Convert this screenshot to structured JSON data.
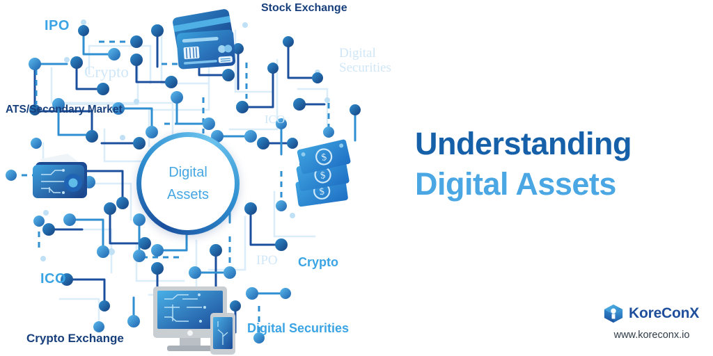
{
  "headline": {
    "line1": "Understanding",
    "line2": "Digital Assets",
    "color1": "#1660a9",
    "color2": "#4aa7e3"
  },
  "hub": {
    "line1": "Digital",
    "line2": "Assets",
    "text_color": "#46a6e2"
  },
  "brand": {
    "name": "KoreConX",
    "url": "www.koreconx.io",
    "logo_icon": "cube-logo-icon",
    "name_color": "#1f4f9c"
  },
  "network": {
    "description": "circuit-board node network of digital asset concepts",
    "palette": {
      "dark_navy": "#1b4f9e",
      "mid_blue": "#2f8fd0",
      "light_blue": "#3ba4e4",
      "pale_blue": "#cfe7f8",
      "background": "#ffffff"
    },
    "labels": [
      {
        "id": "ipo-top",
        "text": "IPO",
        "style": "mid"
      },
      {
        "id": "crypto-top",
        "text": "Crypto",
        "style": "pale"
      },
      {
        "id": "ats",
        "text": "ATS/Secondary Market",
        "style": "dark"
      },
      {
        "id": "stock",
        "text": "Stock Exchange",
        "style": "dark"
      },
      {
        "id": "digsec-top-1",
        "text": "Digital",
        "style": "pale"
      },
      {
        "id": "digsec-top-2",
        "text": "Securities",
        "style": "pale"
      },
      {
        "id": "ico-top",
        "text": "ICO",
        "style": "pale"
      },
      {
        "id": "ico-bot",
        "text": "ICO",
        "style": "mid"
      },
      {
        "id": "cryptoex",
        "text": "Crypto Exchange",
        "style": "dark"
      },
      {
        "id": "ipo-bot",
        "text": "IPO",
        "style": "pale"
      },
      {
        "id": "crypto-bot",
        "text": "Crypto",
        "style": "mid"
      },
      {
        "id": "digsec-bot",
        "text": "Digital Securities",
        "style": "mid"
      }
    ],
    "illustrations": [
      {
        "id": "credit-cards",
        "name": "credit-cards-icon"
      },
      {
        "id": "banknotes",
        "name": "banknotes-icon"
      },
      {
        "id": "wallet",
        "name": "digital-wallet-icon"
      },
      {
        "id": "devices",
        "name": "monitor-and-phone-icon"
      }
    ]
  }
}
